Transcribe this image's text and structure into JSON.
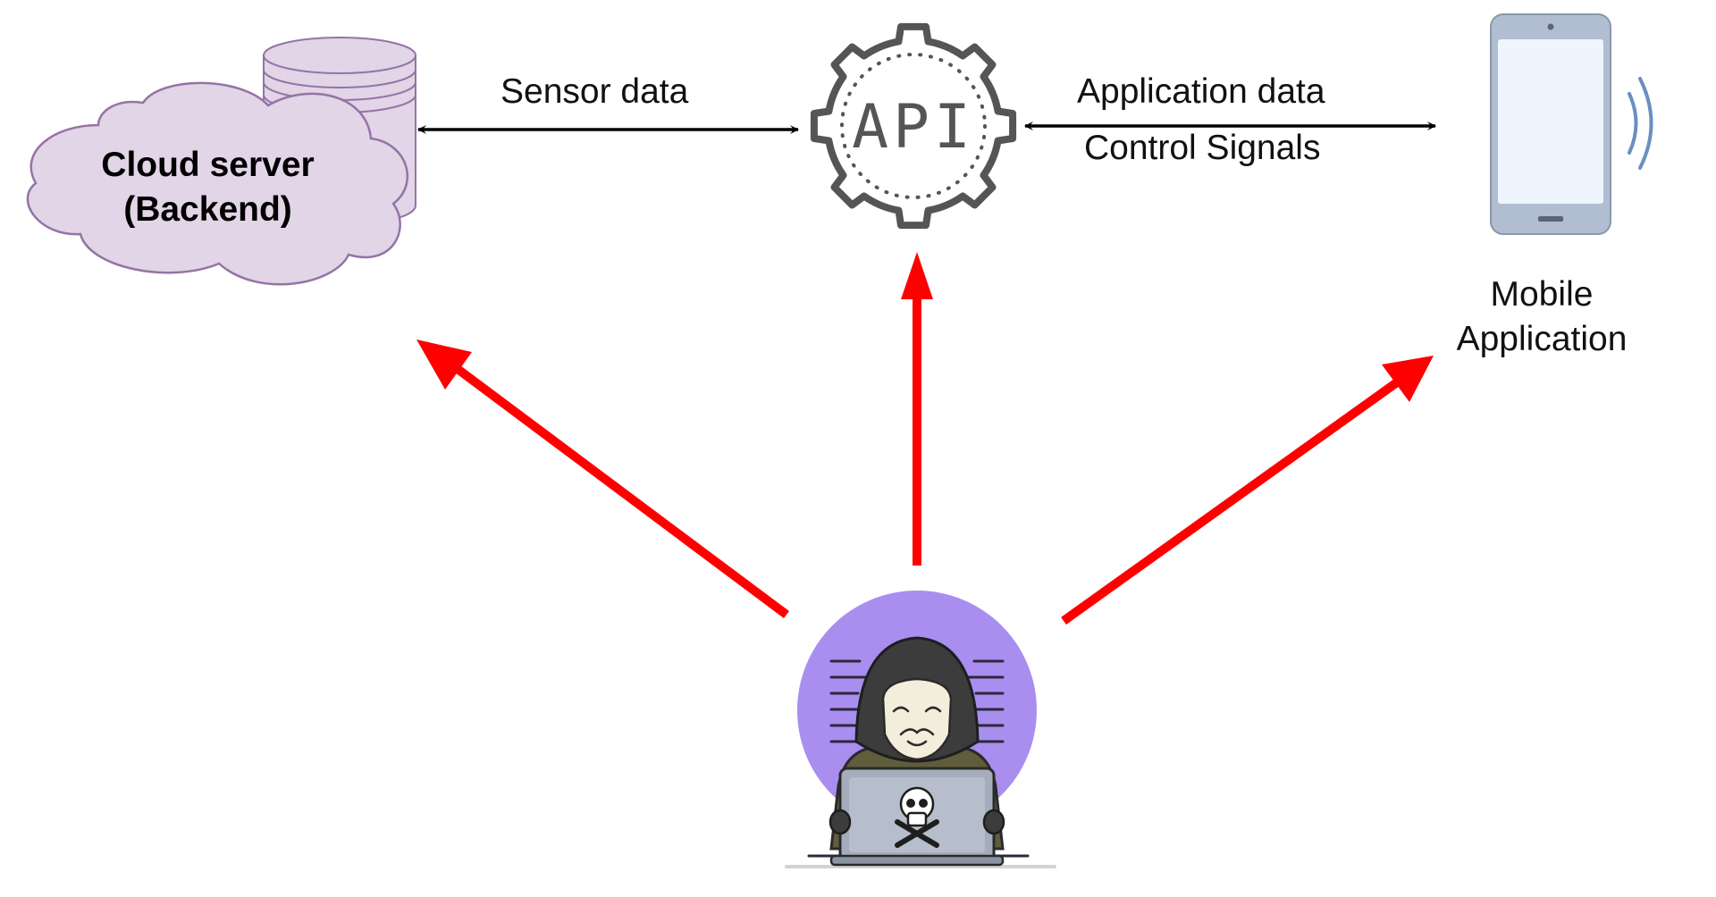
{
  "nodes": {
    "cloud": {
      "line1": "Cloud server",
      "line2": "(Backend)"
    },
    "api": {
      "label": "API"
    },
    "mobile": {
      "line1": "Mobile",
      "line2": "Application"
    },
    "attacker": {}
  },
  "edges": {
    "sensor": {
      "label": "Sensor data"
    },
    "app": {
      "label_top": "Application data",
      "label_bottom": "Control Signals"
    }
  },
  "colors": {
    "attack_arrow": "#ff0000",
    "cloud_fill": "#e1d5e7",
    "cloud_stroke": "#9673a6",
    "gear_stroke": "#555555",
    "phone_body": "#b1bdd0",
    "phone_screen": "#eef5fc",
    "attacker_circle": "#a98ef0"
  }
}
